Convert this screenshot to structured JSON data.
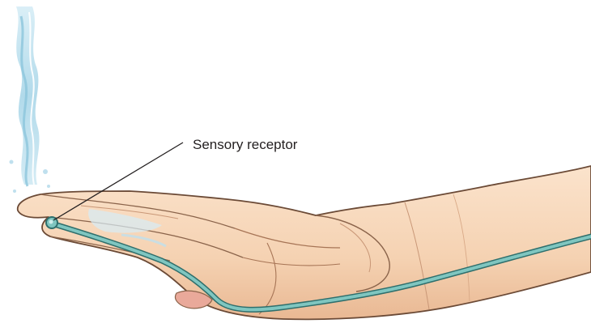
{
  "labels": {
    "sensory_receptor": "Sensory receptor"
  },
  "colors": {
    "skin": "#f7d6b8",
    "skin_shadow": "#e8b48e",
    "skin_outline": "#6b4a36",
    "nerve": "#7fc6c0",
    "nerve_outline": "#2f6f6c",
    "water": "#9fd2e6",
    "water_light": "#d6edf6",
    "nail": "#e9a99a",
    "leader_line": "#231f20"
  },
  "icons": [
    "water-stream",
    "hand",
    "nerve-fiber",
    "receptor-ending"
  ]
}
